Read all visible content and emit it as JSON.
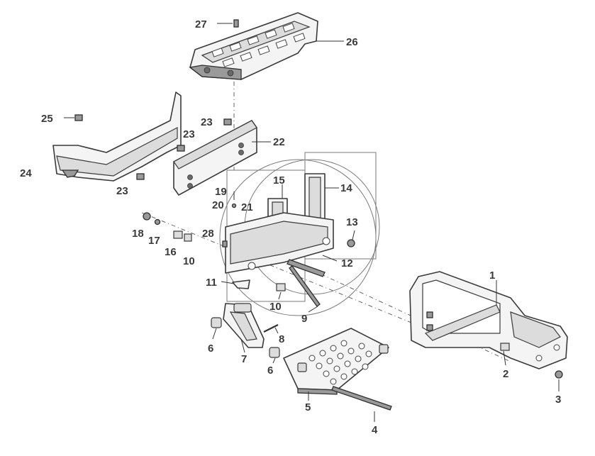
{
  "callouts": {
    "p1": "1",
    "p2": "2",
    "p3": "3",
    "p4": "4",
    "p5": "5",
    "p6a": "6",
    "p6b": "6",
    "p7": "7",
    "p8": "8",
    "p9": "9",
    "p10a": "10",
    "p10b": "10",
    "p11": "11",
    "p12": "12",
    "p13": "13",
    "p14": "14",
    "p15": "15",
    "p16": "16",
    "p17": "17",
    "p18": "18",
    "p19": "19",
    "p20": "20",
    "p21": "21",
    "p22": "22",
    "p23a": "23",
    "p23b": "23",
    "p23c": "23",
    "p24": "24",
    "p25": "25",
    "p26": "26",
    "p27": "27",
    "p28": "28"
  },
  "colors": {
    "ink": "#3a3a3a",
    "fill": "#f4f4f4",
    "shade": "#9a9a9a"
  }
}
